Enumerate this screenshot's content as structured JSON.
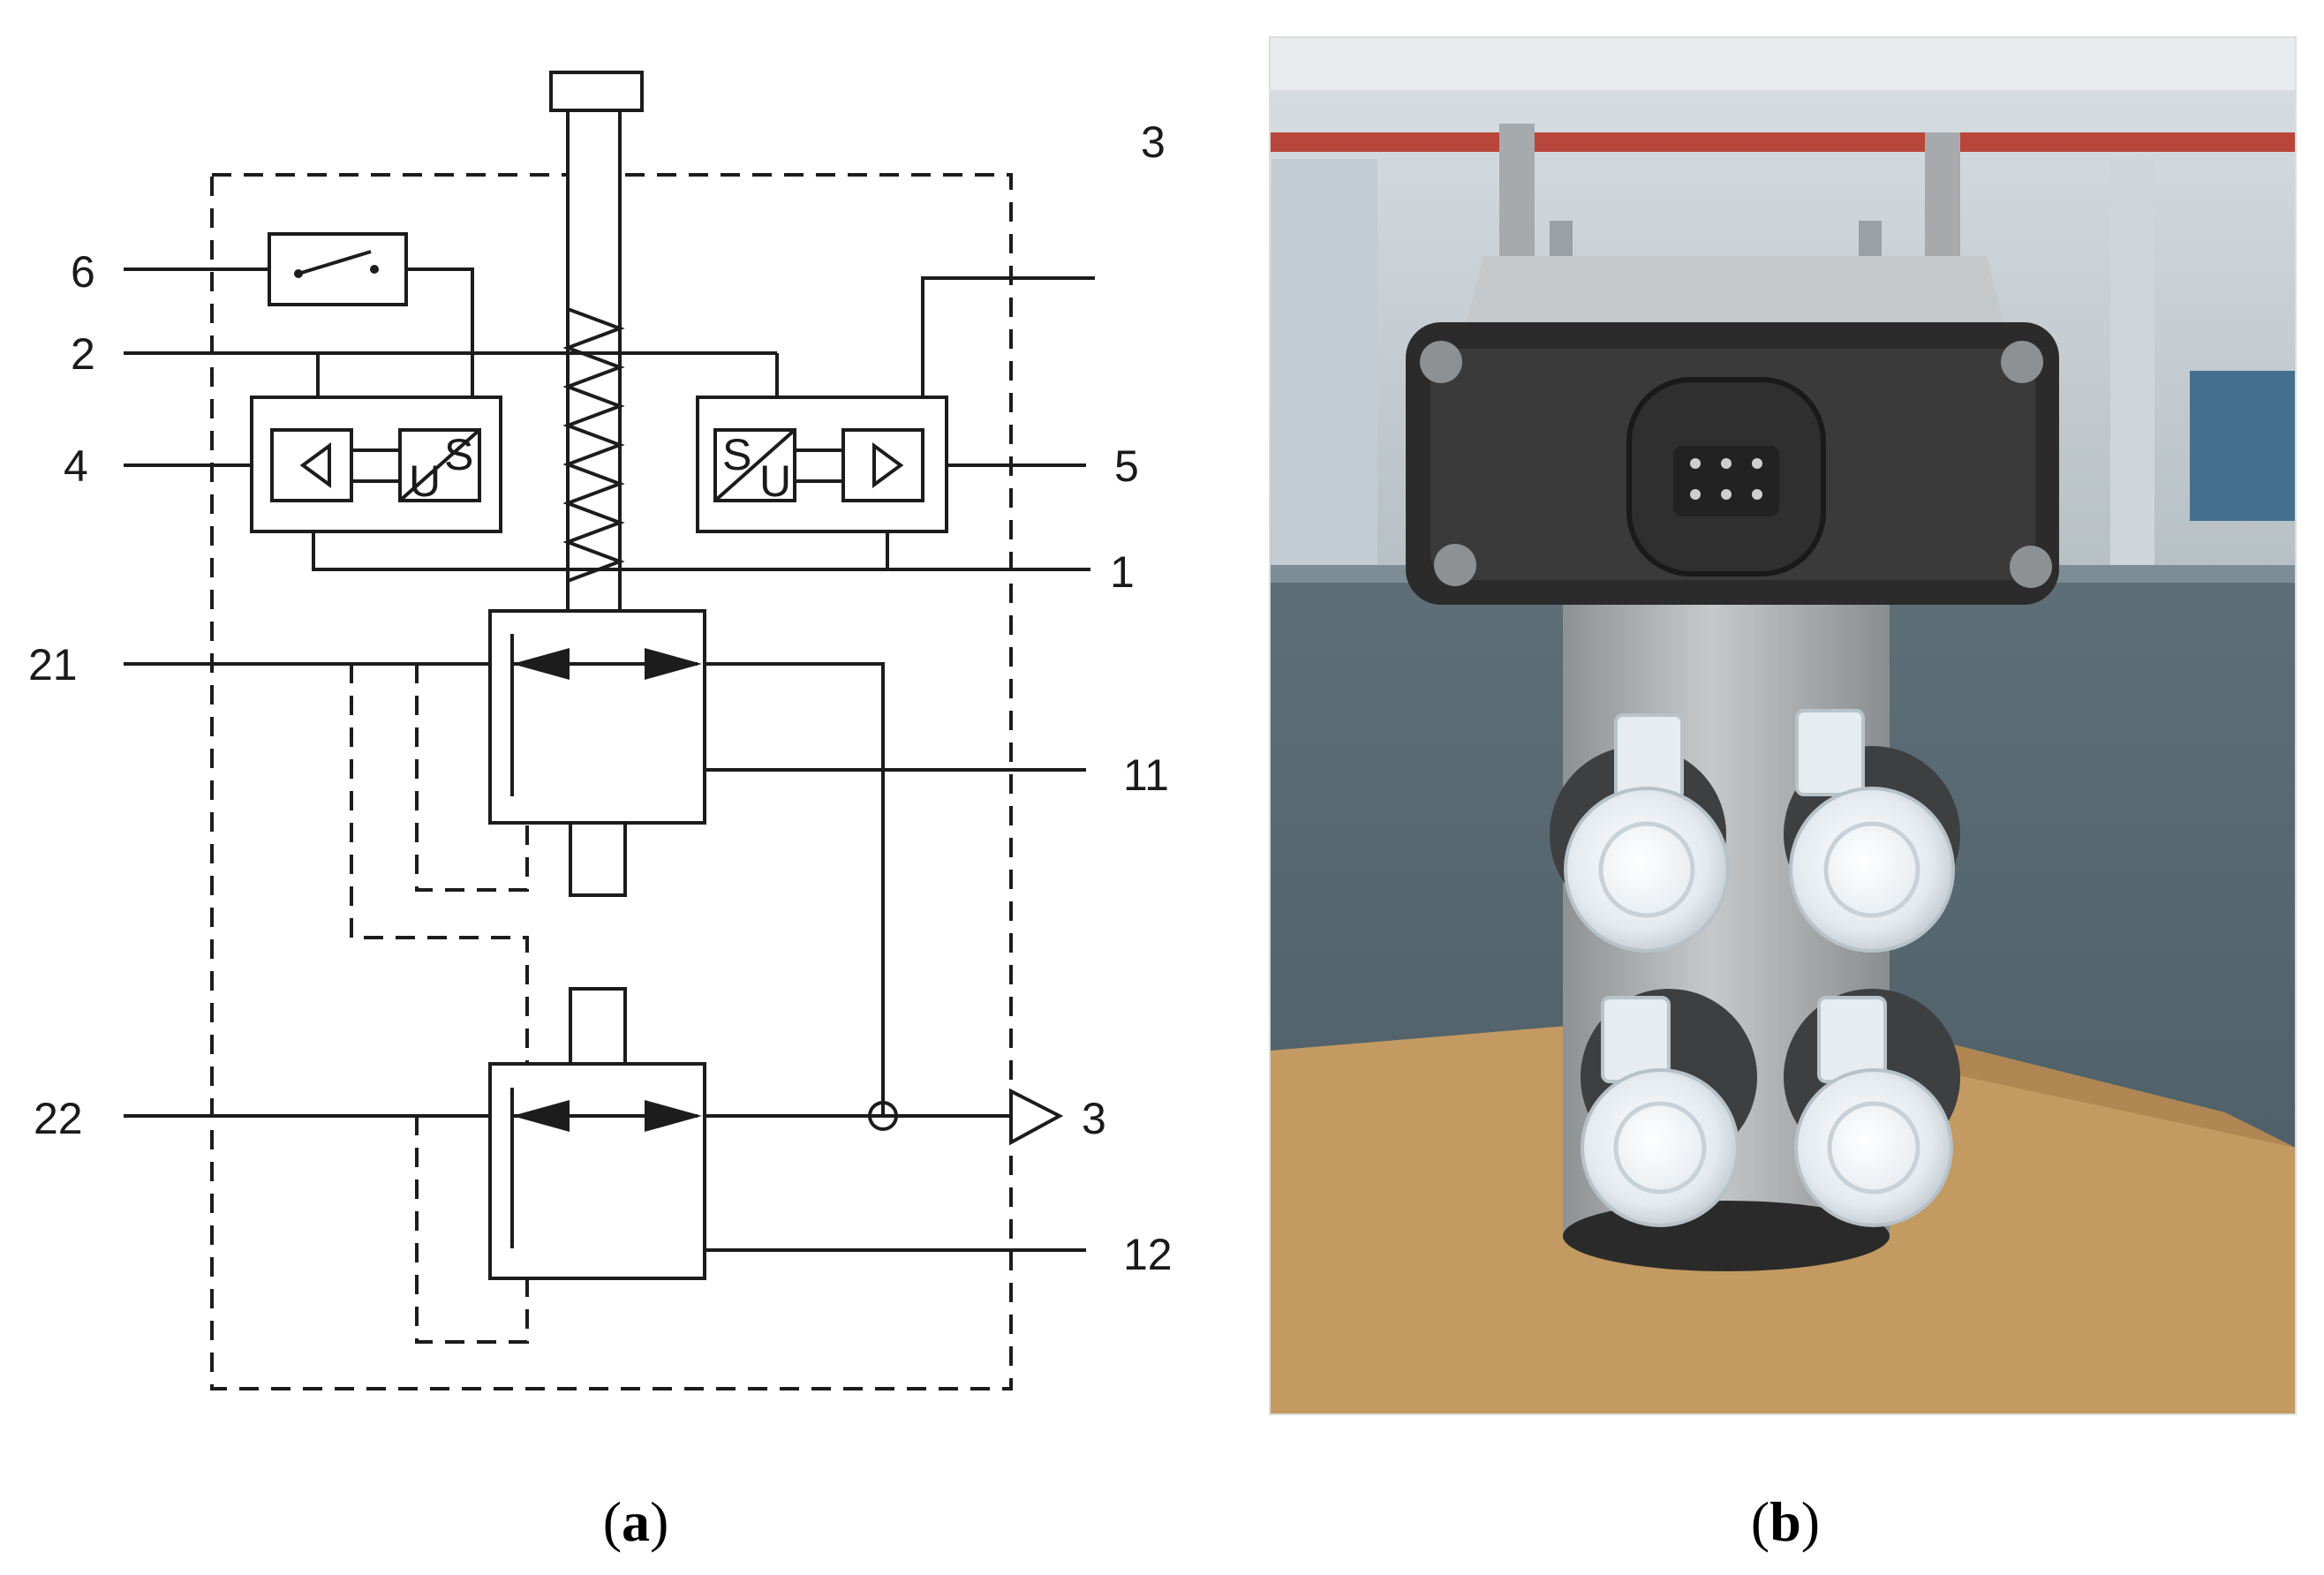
{
  "figure": {
    "panel_a": {
      "caption_open": "(",
      "caption_letter": "a",
      "caption_close": ")",
      "port_labels": {
        "p6": "6",
        "p2": "2",
        "p4": "4",
        "p21": "21",
        "p22": "22",
        "p3_top": "3",
        "p5": "5",
        "p1": "1",
        "p11": "11",
        "p3_exhaust": "3",
        "p12": "12"
      },
      "sensor_symbol_text": "S/U"
    },
    "panel_b": {
      "caption_open": "(",
      "caption_letter": "b",
      "caption_close": ")",
      "photo_subject": "valve-with-electrical-connector-and-four-capped-ports"
    }
  },
  "colors": {
    "line": "#1c1c1c",
    "background": "#ffffff",
    "valve_body": "#b7b9bb",
    "connector": "#2b2b2b",
    "caps": "#e9eef2",
    "cardboard": "#c29a62"
  }
}
